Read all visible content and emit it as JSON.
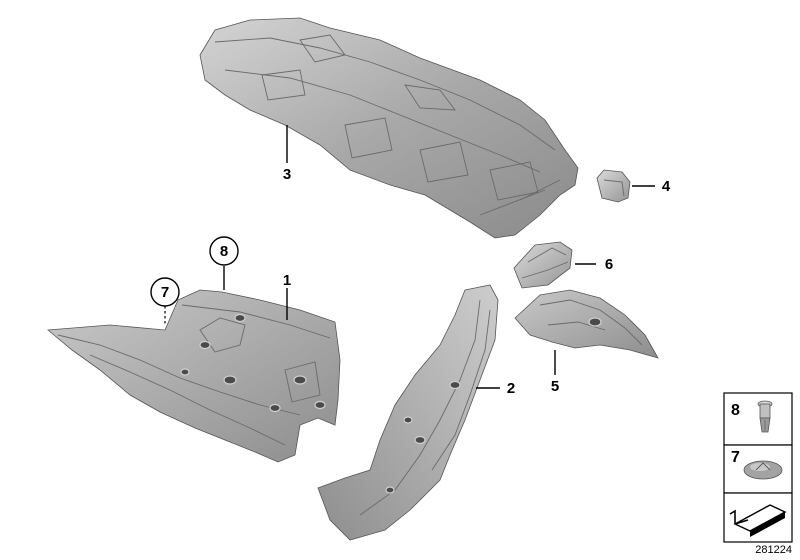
{
  "callouts": [
    {
      "id": "1",
      "text": "1",
      "circled": false
    },
    {
      "id": "2",
      "text": "2",
      "circled": false
    },
    {
      "id": "3",
      "text": "3",
      "circled": false
    },
    {
      "id": "4",
      "text": "4",
      "circled": false
    },
    {
      "id": "5",
      "text": "5",
      "circled": false
    },
    {
      "id": "6",
      "text": "6",
      "circled": false
    },
    {
      "id": "7",
      "text": "7",
      "circled": true
    },
    {
      "id": "8",
      "text": "8",
      "circled": true
    }
  ],
  "legend": {
    "items": [
      {
        "label": "8",
        "part": "expanding-rivet"
      },
      {
        "label": "7",
        "part": "round-patch"
      }
    ],
    "footer_icon": "arrow-plate-icon"
  },
  "reference_number": "281224",
  "colors": {
    "part_fill": "#a9a9a9",
    "part_dark": "#7c7c7c",
    "part_light": "#cfcfcf",
    "line": "#000000"
  }
}
